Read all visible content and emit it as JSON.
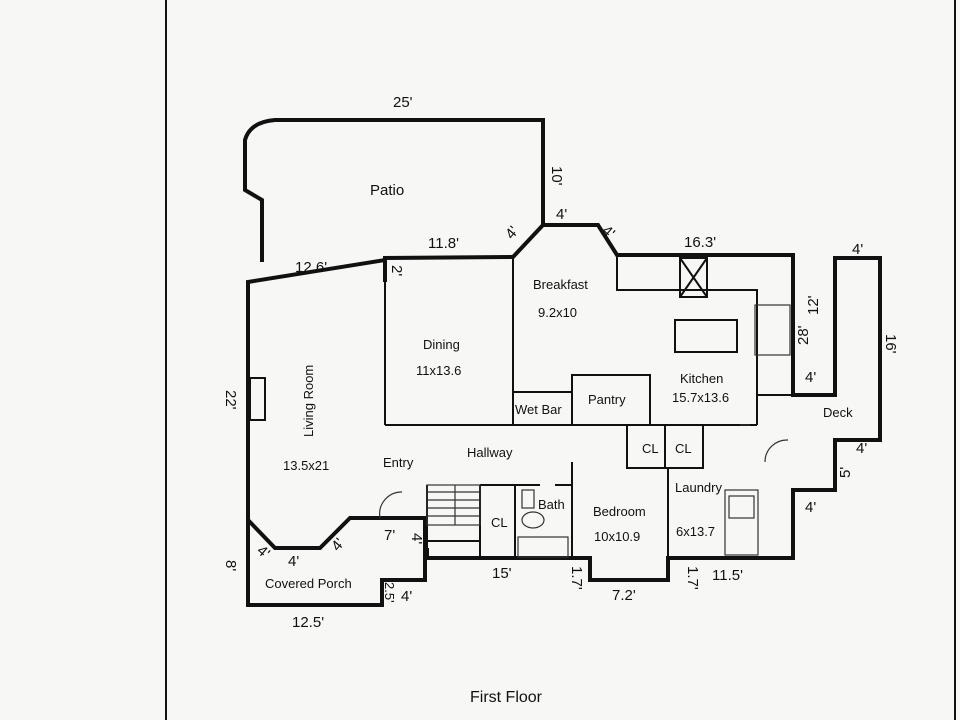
{
  "title": "First Floor",
  "rooms": {
    "patio": "Patio",
    "breakfast": "Breakfast",
    "breakfast_size": "9.2x10",
    "dining": "Dining",
    "dining_size": "11x13.6",
    "living": "Living Room",
    "living_size": "13.5x21",
    "kitchen": "Kitchen",
    "kitchen_size": "15.7x13.6",
    "pantry": "Pantry",
    "wet_bar": "Wet Bar",
    "hallway": "Hallway",
    "entry": "Entry",
    "cl1": "CL",
    "cl2": "CL",
    "cl3": "CL",
    "bath": "Bath",
    "bedroom": "Bedroom",
    "bedroom_size": "10x10.9",
    "laundry": "Laundry",
    "laundry_size": "6x13.7",
    "deck": "Deck",
    "porch": "Covered Porch"
  },
  "dims": {
    "patio_top": "25'",
    "patio_right": "10'",
    "bay_top": "4'",
    "bay_left": "4'",
    "bay_right": "4'",
    "dining_top": "11.8'",
    "living_top": "12.6'",
    "step": "2'",
    "kitchen_top": "16.3'",
    "deck_top": "4'",
    "deck_inner": "12'",
    "deck_right": "16'",
    "kitchen_right": "28'",
    "deck_left": "4'",
    "deck_lower": "4'",
    "deck_step": "5'",
    "deck_bottom": "4'",
    "living_left": "22'",
    "porch_left": "8'",
    "porch_diag1": "4'",
    "porch_mid": "4'",
    "porch_diag2": "4'",
    "porch_top": "7'",
    "porch_right": "4'",
    "porch_notch": "2.5'",
    "porch_notch2": "4'",
    "porch_bottom": "12.5'",
    "bath_bottom": "15'",
    "bed_step1": "1.7'",
    "bed_bottom": "7.2'",
    "bed_step2": "1.7'",
    "laundry_bottom": "11.5'"
  }
}
